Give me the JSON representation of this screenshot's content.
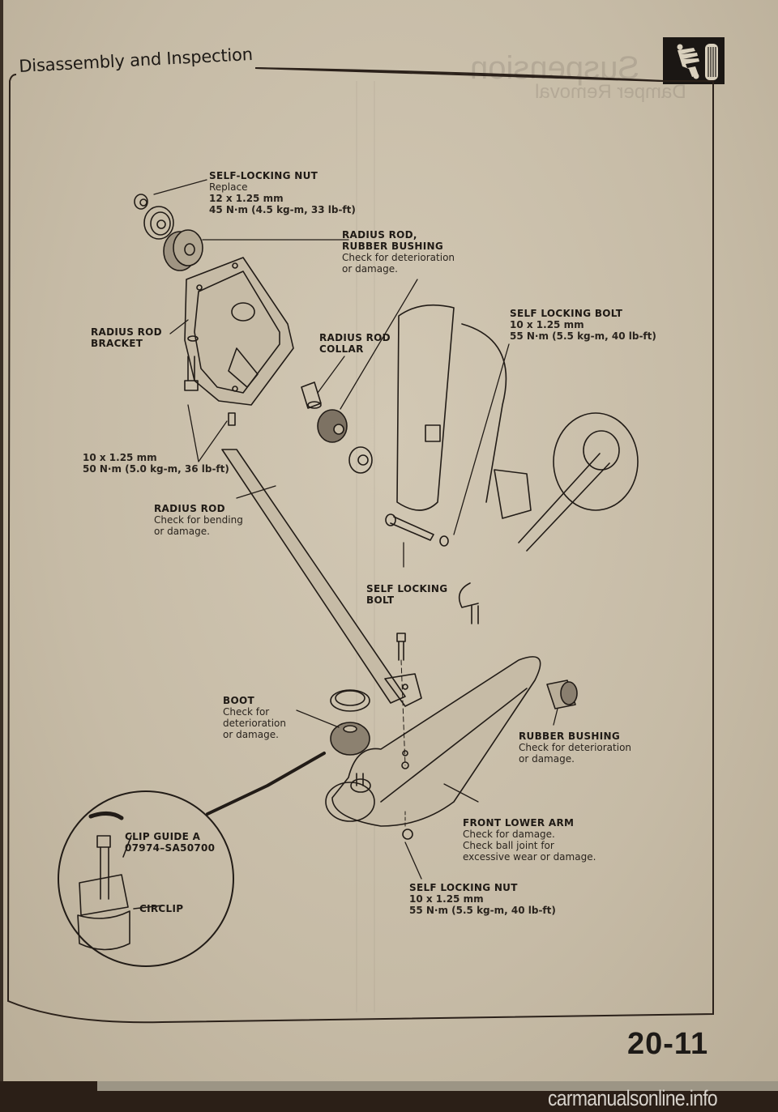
{
  "header": {
    "section_title": "Disassembly and Inspection",
    "chapter_icon": "suspension-icon"
  },
  "bleed_through": {
    "chapter_title": "Suspension",
    "subtitle": "Damper Removal"
  },
  "callouts": {
    "self_locking_nut_top": {
      "title": "SELF-LOCKING NUT",
      "lines": [
        "Replace"
      ],
      "spec": [
        "12 x 1.25 mm",
        "45 N·m (4.5 kg-m, 33 lb-ft)"
      ]
    },
    "radius_rod_bushing": {
      "title_lines": [
        "RADIUS ROD,",
        "RUBBER BUSHING"
      ],
      "lines": [
        "Check for deterioration",
        "or damage."
      ]
    },
    "radius_rod_bracket": {
      "title_lines": [
        "RADIUS ROD",
        "BRACKET"
      ]
    },
    "radius_rod_collar": {
      "title_lines": [
        "RADIUS ROD",
        "COLLAR"
      ]
    },
    "self_locking_bolt_spec": {
      "title": "SELF LOCKING BOLT",
      "spec": [
        "10 x 1.25 mm",
        "55 N·m (5.5 kg-m, 40 lb-ft)"
      ]
    },
    "bracket_bolt_spec": {
      "spec": [
        "10 x 1.25 mm",
        "50 N·m (5.0 kg-m, 36 lb-ft)"
      ]
    },
    "radius_rod": {
      "title": "RADIUS ROD",
      "lines": [
        "Check for bending",
        "or damage."
      ]
    },
    "self_locking_bolt": {
      "title_lines": [
        "SELF LOCKING",
        "BOLT"
      ]
    },
    "boot": {
      "title": "BOOT",
      "lines": [
        "Check for",
        "deterioration",
        "or damage."
      ]
    },
    "rubber_bushing": {
      "title": "RUBBER BUSHING",
      "lines": [
        "Check for deterioration",
        "or damage."
      ]
    },
    "front_lower_arm": {
      "title": "FRONT LOWER ARM",
      "lines": [
        "Check for damage.",
        "Check ball joint for",
        "excessive wear or damage."
      ]
    },
    "self_locking_nut_bottom": {
      "title": "SELF LOCKING NUT",
      "spec": [
        "10 x 1.25 mm",
        "55 N·m (5.5 kg-m, 40 lb-ft)"
      ]
    },
    "clip_guide": {
      "title": "CLIP GUIDE A",
      "part_number": "07974–SA50700"
    },
    "circlip": {
      "title": "CIRCLIP"
    }
  },
  "footer": {
    "page_number": "20-11",
    "watermark": "carmanualsonline.info"
  },
  "colors": {
    "paper": "#c9bea9",
    "ink": "#1f1a15",
    "badge": "#1b1714",
    "background": "#2a1e16"
  }
}
